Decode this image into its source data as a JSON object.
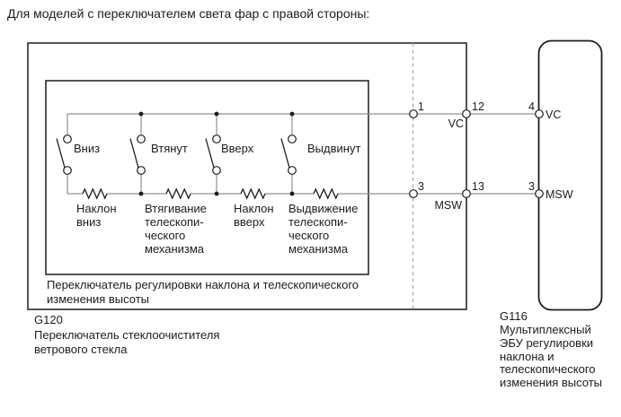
{
  "header": {
    "line": "Для моделей с переключателем света фар с правой стороны:"
  },
  "colors": {
    "ink": "#1c1c1c",
    "wire_gray": "#909090",
    "dash_gray": "#a8a8a8",
    "background": "#ffffff"
  },
  "g120": {
    "code": "G120",
    "name": [
      "Переключатель стеклоочистителя",
      "ветрового стекла"
    ],
    "inner_caption": [
      "Переключатель регулировки наклона и телескопического",
      "изменения высоты"
    ],
    "switches": [
      {
        "position": "Вниз",
        "function": [
          "Наклон",
          "вниз"
        ]
      },
      {
        "position": "Втянут",
        "function": [
          "Втягивание",
          "телескопи-",
          "ческого",
          "механизма"
        ]
      },
      {
        "position": "Вверх",
        "function": [
          "Наклон",
          "вверх"
        ]
      },
      {
        "position": "Выдвинут",
        "function": [
          "Выдвижение",
          "телескопи-",
          "ческого",
          "механизма"
        ]
      }
    ],
    "pins": {
      "vc": {
        "number": "12",
        "signal": "VC"
      },
      "msw": {
        "number": "13",
        "signal": "MSW"
      }
    }
  },
  "harness_connector": {
    "vc_pin": "1",
    "msw_pin": "3"
  },
  "g116": {
    "code": "G116",
    "name": [
      "Мультиплексный",
      "ЭБУ регулировки",
      "наклона и",
      "телескопического",
      "изменения высоты"
    ],
    "pins": {
      "vc": {
        "number": "4",
        "signal": "VC"
      },
      "msw": {
        "number": "3",
        "signal": "MSW"
      }
    }
  }
}
